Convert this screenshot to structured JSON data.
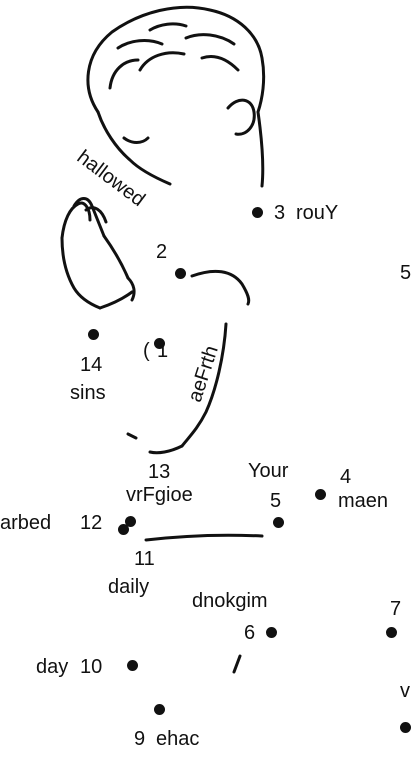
{
  "points": [
    {
      "num": "1",
      "word": ""
    },
    {
      "num": "2",
      "word": "hallowed"
    },
    {
      "num": "3",
      "word": "rouY"
    },
    {
      "num": "4",
      "word": "maen"
    },
    {
      "num": "5",
      "word": "Your"
    },
    {
      "num": "6",
      "word": "dnokgim"
    },
    {
      "num": "7",
      "word": ""
    },
    {
      "num": "9",
      "word": "ehac"
    },
    {
      "num": "10",
      "word": "day"
    },
    {
      "num": "11",
      "word": "daily"
    },
    {
      "num": "12",
      "word": "arbed"
    },
    {
      "num": "13",
      "word": "vrFgioe"
    },
    {
      "num": "14",
      "word": "sins"
    }
  ],
  "edge_fragments": [
    "5",
    "v"
  ],
  "extra_words": [
    "aeFrth"
  ]
}
